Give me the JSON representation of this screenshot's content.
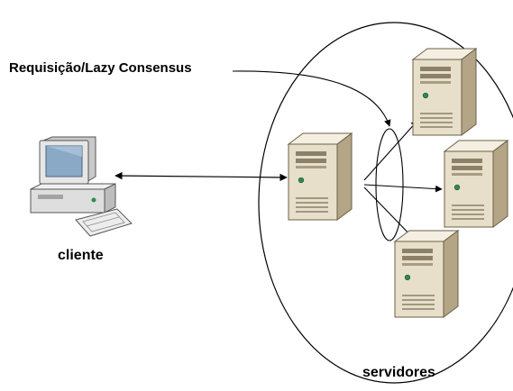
{
  "diagram": {
    "request_label": "Requisição/Lazy Consensus",
    "client_label": "cliente",
    "servers_label": "servidores",
    "nodes": {
      "client": {
        "icon": "desktop-computer-icon"
      },
      "primary_server": {
        "icon": "server-tower-icon"
      },
      "replica_servers": [
        {
          "icon": "server-tower-icon"
        },
        {
          "icon": "server-tower-icon"
        },
        {
          "icon": "server-tower-icon"
        }
      ]
    },
    "colors": {
      "server_body": "#e7dfc9",
      "server_side": "#b3a585",
      "server_top": "#f4efe1",
      "led": "#2e8b57",
      "line": "#000000"
    }
  }
}
